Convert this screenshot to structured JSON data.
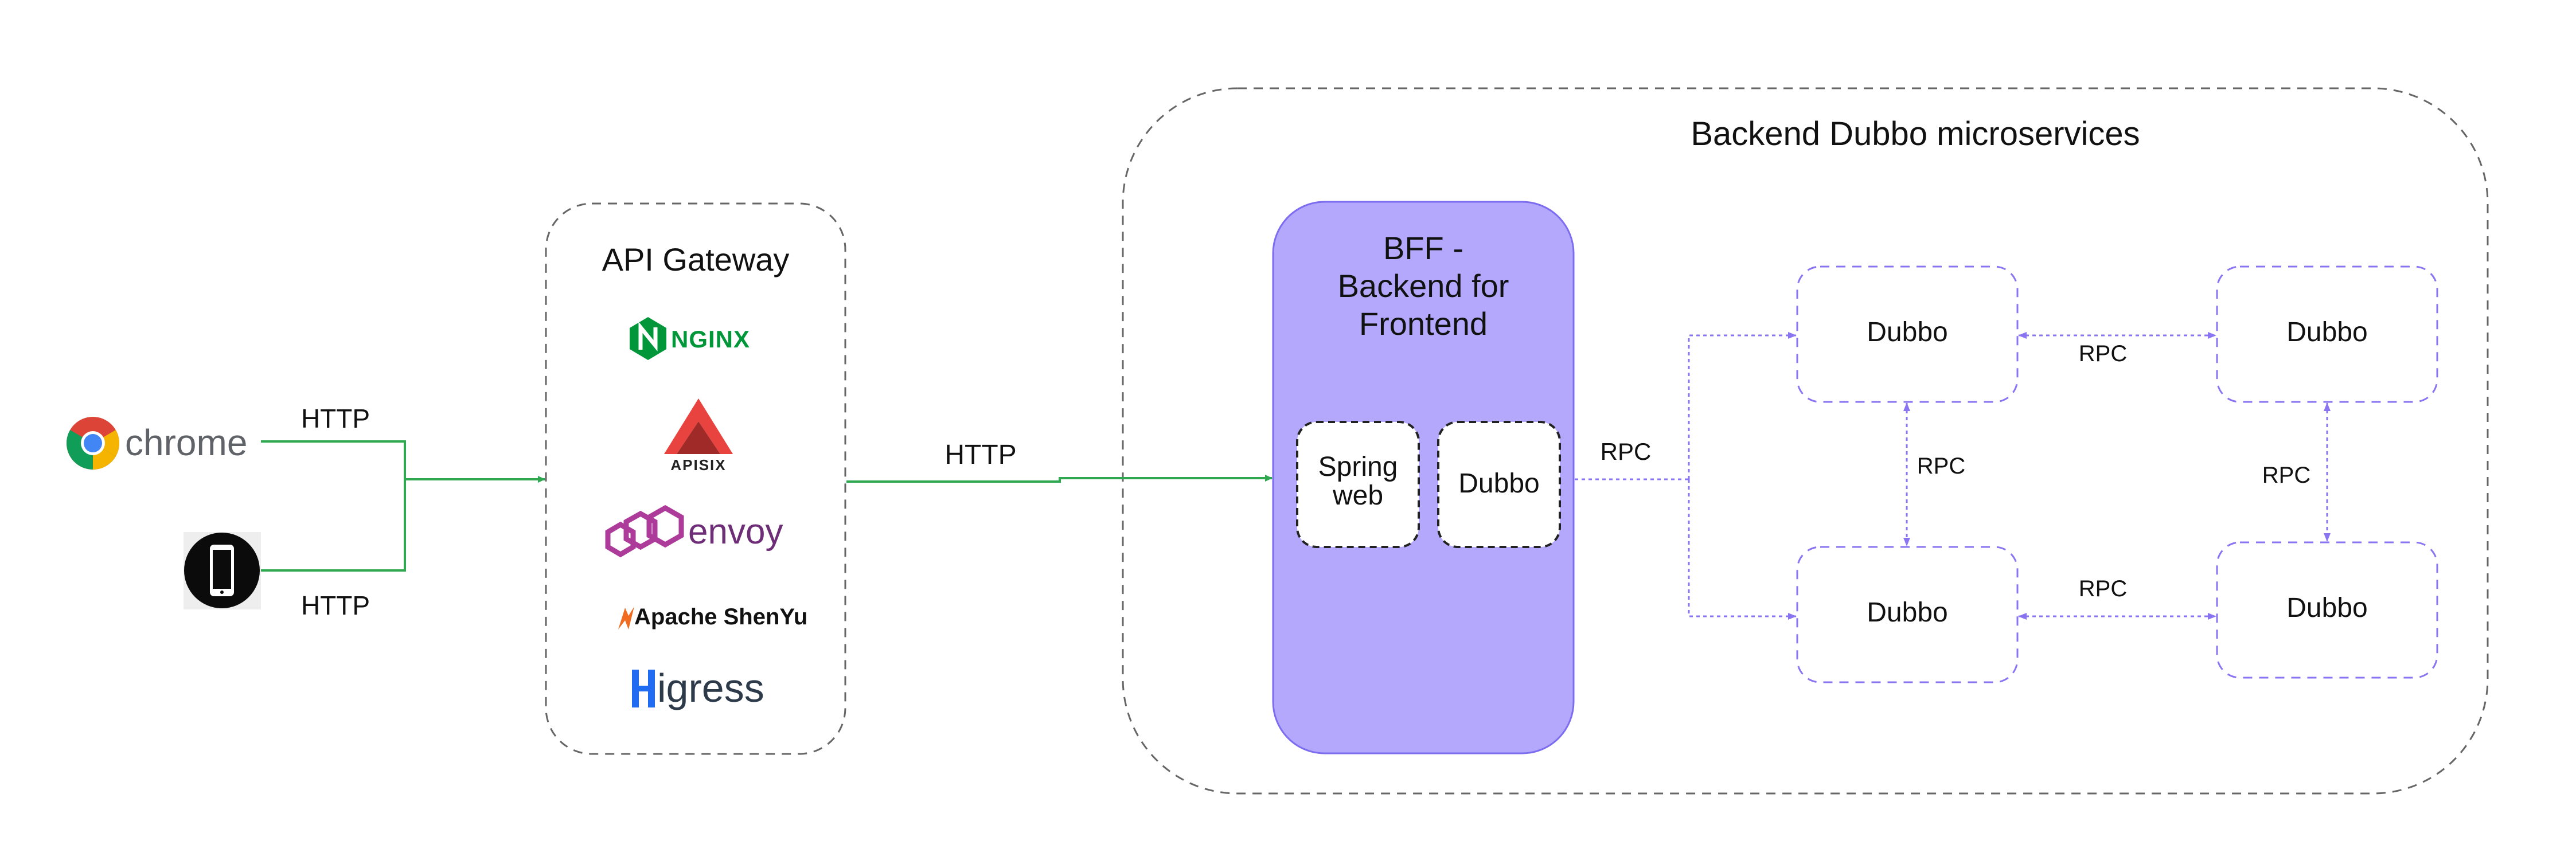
{
  "clients": {
    "browser": {
      "name": "chrome",
      "icon": "chrome-icon"
    },
    "mobile": {
      "icon": "smartphone-icon"
    },
    "browser_protocol": "HTTP",
    "mobile_protocol": "HTTP"
  },
  "gateway": {
    "title": "API Gateway",
    "logos": [
      "NGINX",
      "APISIX",
      "envoy",
      "Apache ShenYu",
      "Higress"
    ]
  },
  "gateway_to_bff_protocol": "HTTP",
  "backend": {
    "title": "Backend Dubbo microservices",
    "bff": {
      "title_line1": "BFF -",
      "title_line2": "Backend for",
      "title_line3": "Frontend",
      "spring_line1": "Spring",
      "spring_line2": "web",
      "dubbo": "Dubbo",
      "fill_color": "#b3a8fb",
      "stroke_color": "#7c6cf0"
    },
    "bff_rpc": "RPC",
    "services": {
      "top_left": "Dubbo",
      "top_right": "Dubbo",
      "bottom_left": "Dubbo",
      "bottom_right": "Dubbo"
    },
    "rpc_top": "RPC",
    "rpc_bottom": "RPC",
    "rpc_left": "RPC",
    "rpc_right": "RPC"
  },
  "colors": {
    "http_line": "#2fa84f",
    "rpc_line": "#8b74f2",
    "dashed_border": "#666666",
    "service_border": "#8b74f2"
  }
}
